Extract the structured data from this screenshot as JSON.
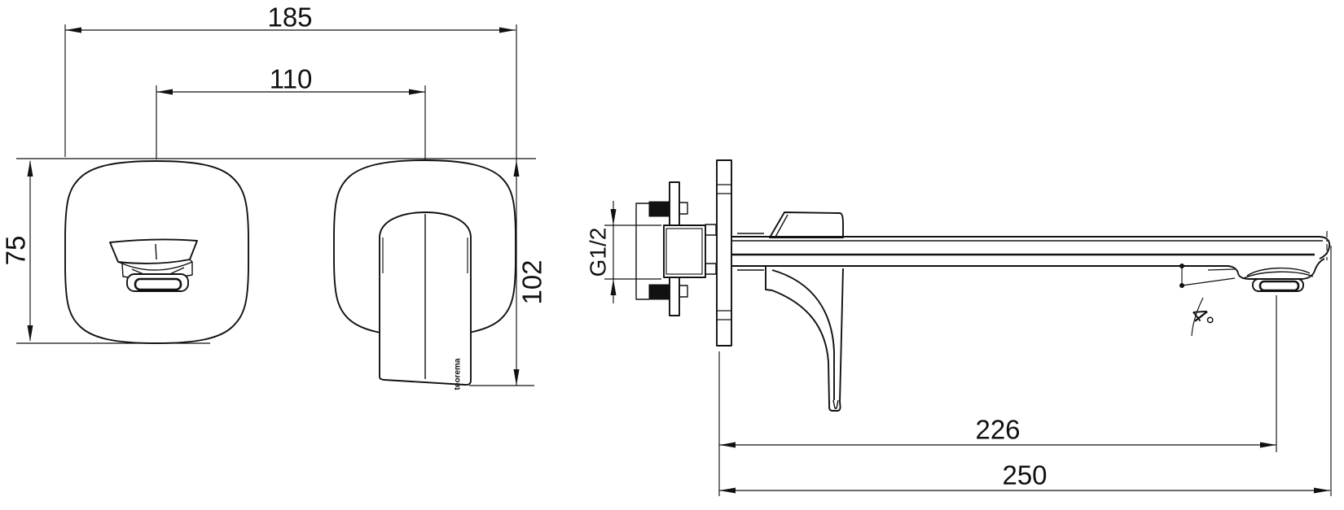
{
  "drawing": {
    "type": "technical-dimension-drawing",
    "subject": "wall-mounted basin mixer tap — front and side views",
    "brand_logo": "teorema",
    "front_view": {
      "dim_overall_width": "185",
      "dim_center_distance": "110",
      "dim_plate_height": "75",
      "dim_handle_drop": "102"
    },
    "side_view": {
      "dim_thread": "G1/2",
      "dim_spout_angle": "4°",
      "dim_reach_aerator": "226",
      "dim_reach_overall": "250"
    }
  }
}
